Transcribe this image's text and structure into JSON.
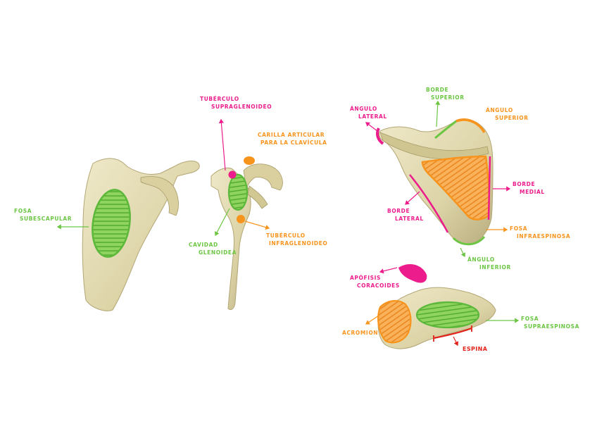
{
  "colors": {
    "green": "#6cc644",
    "pink": "#ec1c8c",
    "orange": "#f7941d",
    "red": "#e2231a",
    "bone": "#e3dcb4",
    "bone_shadow": "#b9ad7c",
    "bone_dark": "#8f8558"
  },
  "views": {
    "anterior": {
      "fosa_subescapular": [
        "FOSA",
        "SUBESCAPULAR"
      ]
    },
    "lateral": {
      "tuberculo_supraglenoideo": [
        "TUBÉRCULO",
        "SUPRAGLENOIDEO"
      ],
      "carilla_articular": [
        "CARILLA ARTICULAR",
        "PARA LA CLAVÍCULA"
      ],
      "cavidad_glenoidea": [
        "CAVIDAD",
        "GLENOIDEA"
      ],
      "tuberculo_infraglenoideo": [
        "TUBÉRCULO",
        "INFRAGLENOIDEO"
      ]
    },
    "posterior": {
      "borde_superior": [
        "BORDE",
        "SUPERIOR"
      ],
      "angulo_lateral": [
        "ÁNGULO",
        "LATERAL"
      ],
      "angulo_superior": [
        "ÁNGULO",
        "SUPERIOR"
      ],
      "borde_medial": [
        "BORDE",
        "MEDIAL"
      ],
      "borde_lateral": [
        "BORDE",
        "LATERAL"
      ],
      "fosa_infraespinosa": [
        "FOSA",
        "INFRAESPINOSA"
      ],
      "angulo_inferior": [
        "ÁNGULO",
        "INFERIOR"
      ]
    },
    "superior": {
      "apofisis_coracoides": [
        "APÓFISIS",
        "CORACOIDES"
      ],
      "acromion": [
        "ACROMION"
      ],
      "fosa_supraespinosa": [
        "FOSA",
        "SUPRAESPINOSA"
      ],
      "espina": [
        "ESPINA"
      ]
    }
  }
}
